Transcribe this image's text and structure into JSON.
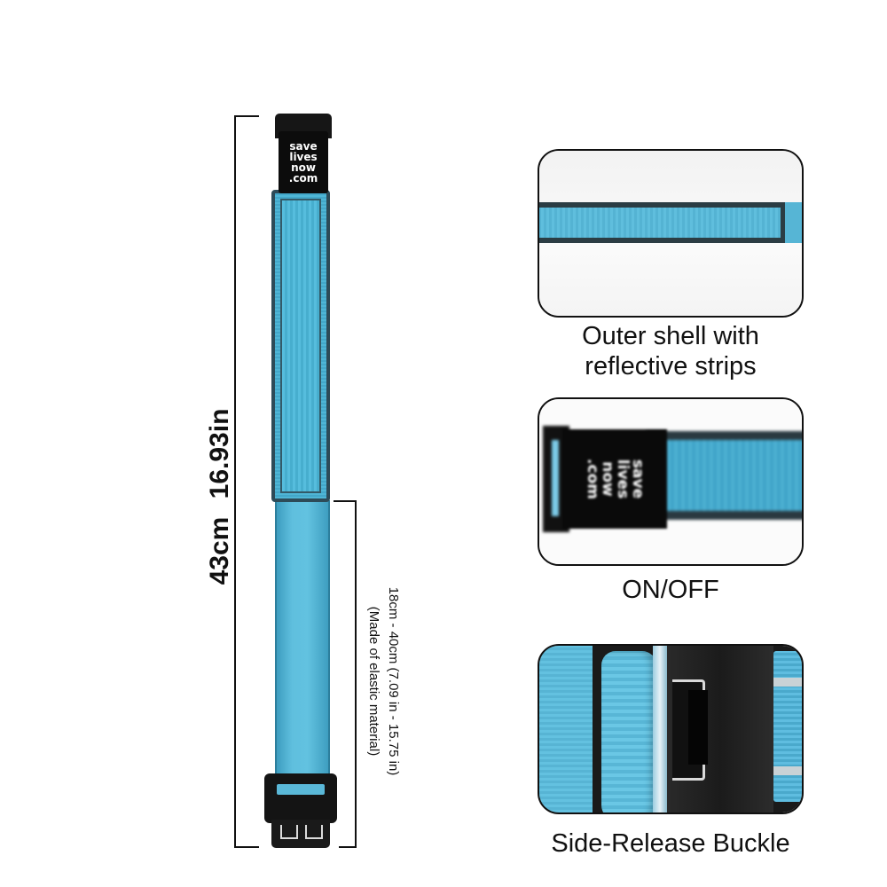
{
  "colors": {
    "strap_blue": "#5bbcdc",
    "strap_dark": "#2b3d44",
    "buckle_black": "#141414",
    "text": "#111111",
    "background": "#ffffff"
  },
  "strap": {
    "logo_lines": [
      "save",
      "lives",
      "now",
      ".com"
    ],
    "total_length_cm": "43cm",
    "total_length_in": "16.93in",
    "elastic_range": "18cm - 40cm (7.09 in - 15.75 in)",
    "elastic_note": "(Made of elastic material)"
  },
  "panels": [
    {
      "caption_lines": [
        "Outer shell with",
        "reflective strips"
      ]
    },
    {
      "caption_lines": [
        "ON/OFF"
      ],
      "tab_lines": [
        "save",
        "lives",
        "now",
        ".com"
      ]
    },
    {
      "caption_lines": [
        "Side-Release Buckle"
      ]
    }
  ]
}
